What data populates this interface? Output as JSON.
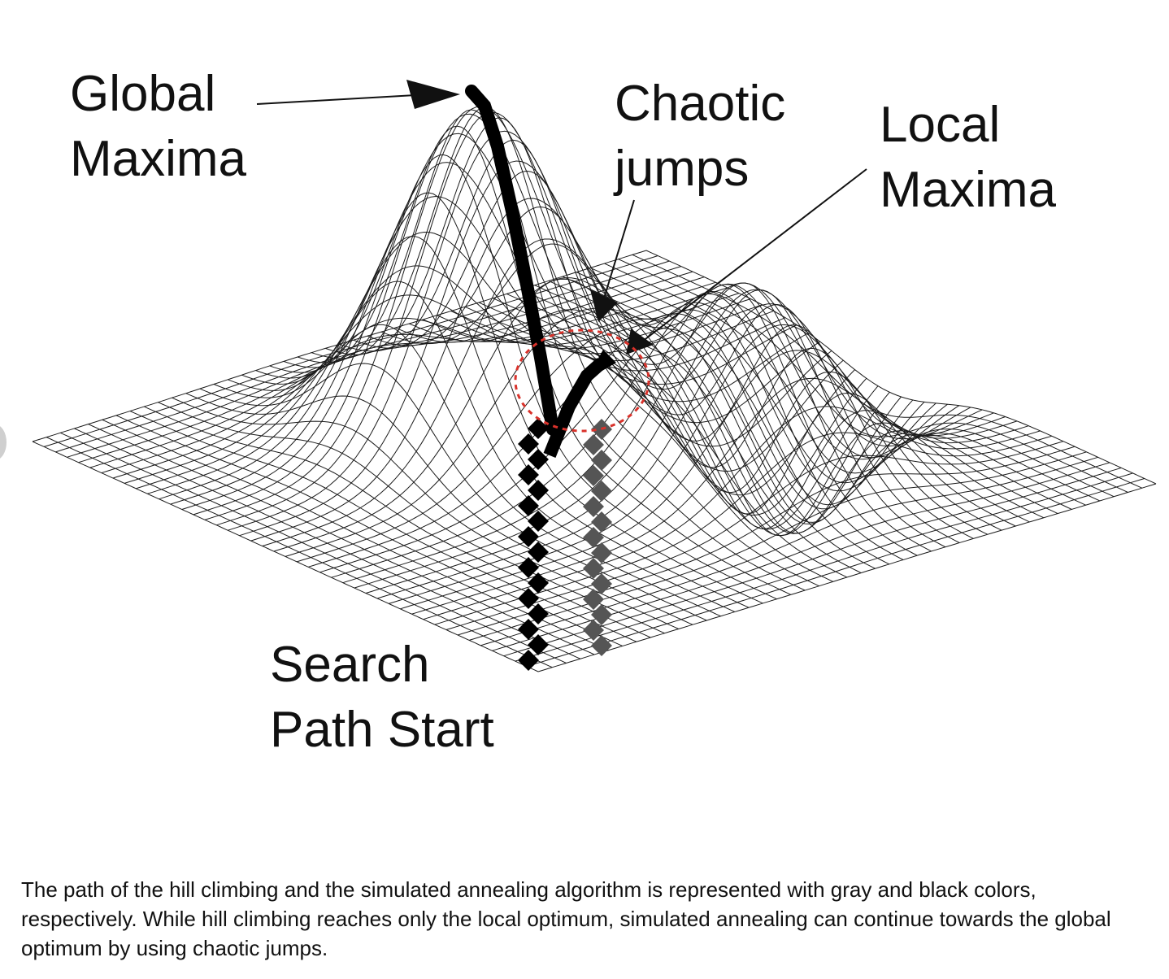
{
  "labels": {
    "global_line1": "Global",
    "global_line2": "Maxima",
    "chaotic_line1": "Chaotic",
    "chaotic_line2": "jumps",
    "local_line1": "Local",
    "local_line2": "Maxima",
    "search_line1": "Search",
    "search_line2": "Path Start"
  },
  "caption": "The path of the hill climbing and the simulated annealing algorithm is represented with gray and black colors, respectively. While hill climbing reaches only the local optimum, simulated annealing can continue towards the global optimum by using chaotic jumps.",
  "colors": {
    "mesh": "#1a1a1a",
    "annealing_path": "#000000",
    "hill_climbing_path": "#555555",
    "highlight_circle": "#d9322b"
  }
}
